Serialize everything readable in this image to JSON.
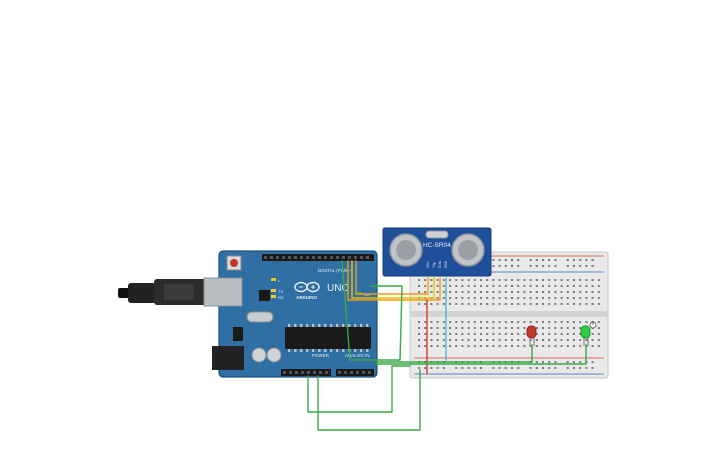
{
  "canvas": {
    "background": "#ffffff"
  },
  "board": {
    "color": "#2f6fa3",
    "brand": "ARDUINO",
    "model": "UNO",
    "digital_label": "DIGITAL (PWM~)",
    "power_label": "POWER",
    "analog_label": "ANALOG IN",
    "tx_label": "TX",
    "rx_label": "RX",
    "l_label": "L",
    "on_label": "ON"
  },
  "sensor": {
    "model": "HC-SR04",
    "pins": [
      "VCC",
      "Trig",
      "Echo",
      "GND"
    ],
    "color": "#1f4f9a"
  },
  "leds": [
    {
      "name": "red-led",
      "color": "#c0392b"
    },
    {
      "name": "green-led",
      "color": "#2ecc40"
    }
  ],
  "wires": {
    "green": "#3aa845",
    "red": "#d43b2f",
    "orange": "#f39c12",
    "yellow": "#e6c20a",
    "cyan": "#4fb8c8"
  }
}
